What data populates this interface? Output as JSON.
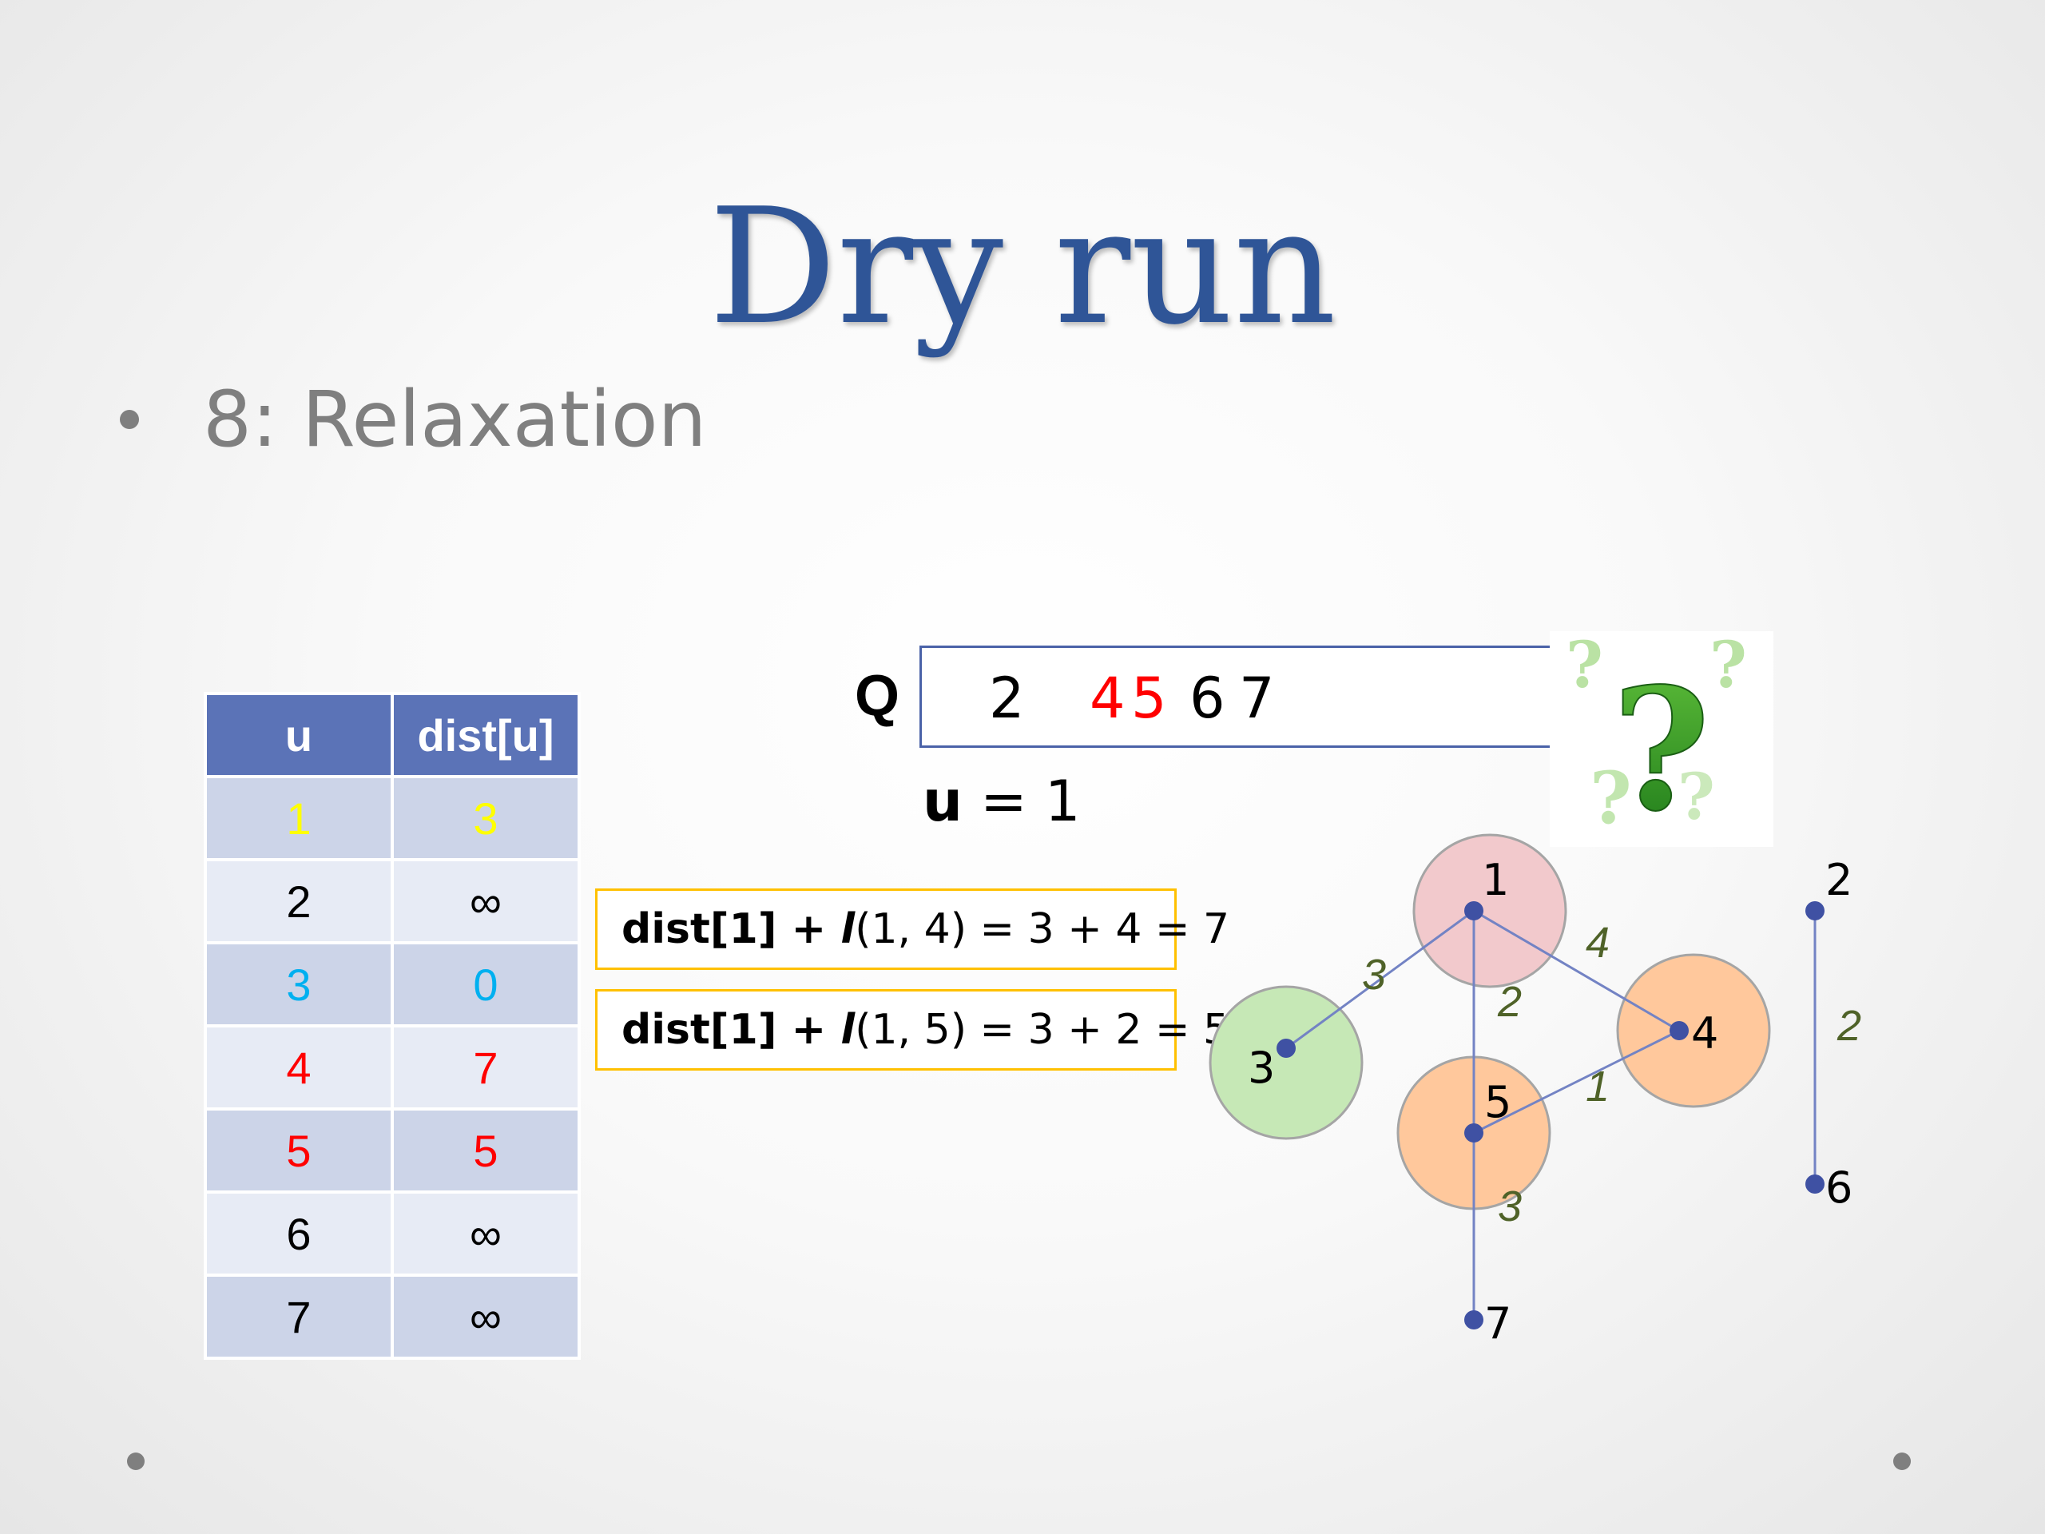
{
  "slide": {
    "title": "Dry run",
    "bullet": "8: Relaxation"
  },
  "table": {
    "headers": [
      "u",
      "dist[u]"
    ],
    "rows": [
      {
        "u": "1",
        "dist": "3",
        "color": "#ffff00"
      },
      {
        "u": "2",
        "dist": "∞",
        "color": "#000000"
      },
      {
        "u": "3",
        "dist": "0",
        "color": "#00b0f0"
      },
      {
        "u": "4",
        "dist": "7",
        "color": "#ff0000"
      },
      {
        "u": "5",
        "dist": "5",
        "color": "#ff0000"
      },
      {
        "u": "6",
        "dist": "∞",
        "color": "#000000"
      },
      {
        "u": "7",
        "dist": "∞",
        "color": "#000000"
      }
    ]
  },
  "queue": {
    "label": "Q",
    "items": [
      {
        "value": "2",
        "color": "#000000"
      },
      {
        "value": "4",
        "color": "#ff0000"
      },
      {
        "value": "5",
        "color": "#ff0000"
      },
      {
        "value": "6",
        "color": "#000000"
      },
      {
        "value": "7",
        "color": "#000000"
      }
    ]
  },
  "current": {
    "var": "u",
    "rest": " = 1"
  },
  "formulas": [
    {
      "pre": "dist[1] + ",
      "fn": "l",
      "post": "(1, 4) = 3 + 4 = 7"
    },
    {
      "pre": "dist[1] + ",
      "fn": "l",
      "post": "(1, 5) = 3 + 2 = 5"
    }
  ],
  "graph": {
    "nodes": [
      {
        "id": "1",
        "circle_color": "#f2c9cc"
      },
      {
        "id": "2",
        "circle_color": ""
      },
      {
        "id": "3",
        "circle_color": "#c6e8b6"
      },
      {
        "id": "4",
        "circle_color": "#ffc89c"
      },
      {
        "id": "5",
        "circle_color": "#ffc89c"
      },
      {
        "id": "6",
        "circle_color": ""
      },
      {
        "id": "7",
        "circle_color": ""
      }
    ],
    "edges": [
      {
        "from": "1",
        "to": "3",
        "weight": "3"
      },
      {
        "from": "1",
        "to": "4",
        "weight": "4"
      },
      {
        "from": "1",
        "to": "5",
        "weight": "2"
      },
      {
        "from": "5",
        "to": "4",
        "weight": "1"
      },
      {
        "from": "5",
        "to": "7",
        "weight": "3"
      },
      {
        "from": "2",
        "to": "6",
        "weight": "2"
      }
    ],
    "edge_color": "#7383c4",
    "dot_color": "#3f51a3",
    "weight_color": "#4f6228"
  },
  "decoration": {
    "question_marks": "?"
  }
}
